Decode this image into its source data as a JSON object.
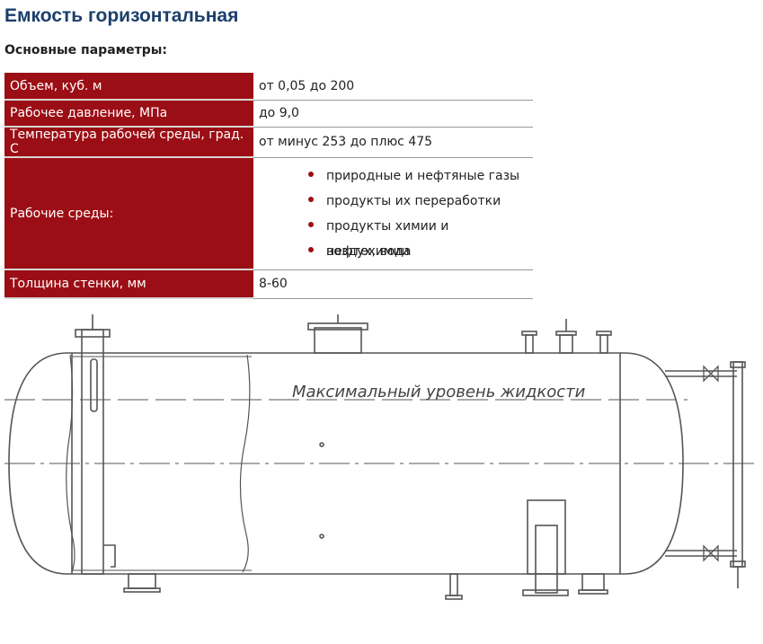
{
  "page": {
    "title": "Емкость горизонтальная",
    "section_title": "Основные параметры:"
  },
  "params": {
    "rows": [
      {
        "label": "Объем, куб. м",
        "value": "от 0,05 до 200"
      },
      {
        "label": "Рабочее давление, МПа",
        "value": "до 9,0"
      },
      {
        "label": "Температура рабочей среды, град. С",
        "value": "от минус 253 до плюс 475"
      }
    ],
    "media": {
      "label": "Рабочие среды:",
      "items": [
        "природные и нефтяные газы",
        "продукты их переработки",
        "продукты химии и нефтехимии",
        "воздух, вода"
      ]
    },
    "wall": {
      "label": "Толщина стенки, мм",
      "value": "8-60"
    }
  },
  "drawing": {
    "level_label": "Максимальный уровень жидкости"
  },
  "colors": {
    "accent": "#9c0e15",
    "title": "#1b3f6b"
  }
}
